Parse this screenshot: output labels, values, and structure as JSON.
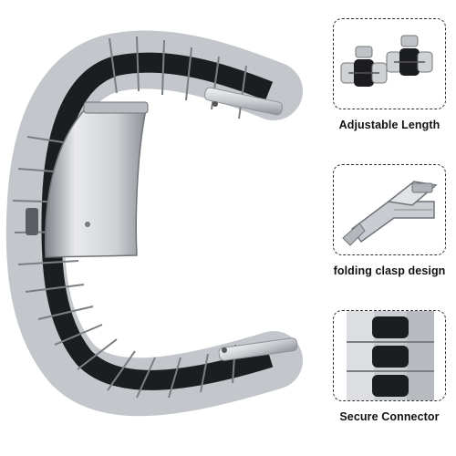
{
  "features": [
    {
      "caption": "Adjustable Length",
      "icon": "watch-link-pins"
    },
    {
      "caption": "folding clasp design",
      "icon": "folding-clasp"
    },
    {
      "caption": "Secure Connector",
      "icon": "band-connector"
    }
  ],
  "colors": {
    "silver": "#d6d8db",
    "silver_dark": "#9a9ea3",
    "black_link": "#1c1d20",
    "border": "#333333"
  }
}
